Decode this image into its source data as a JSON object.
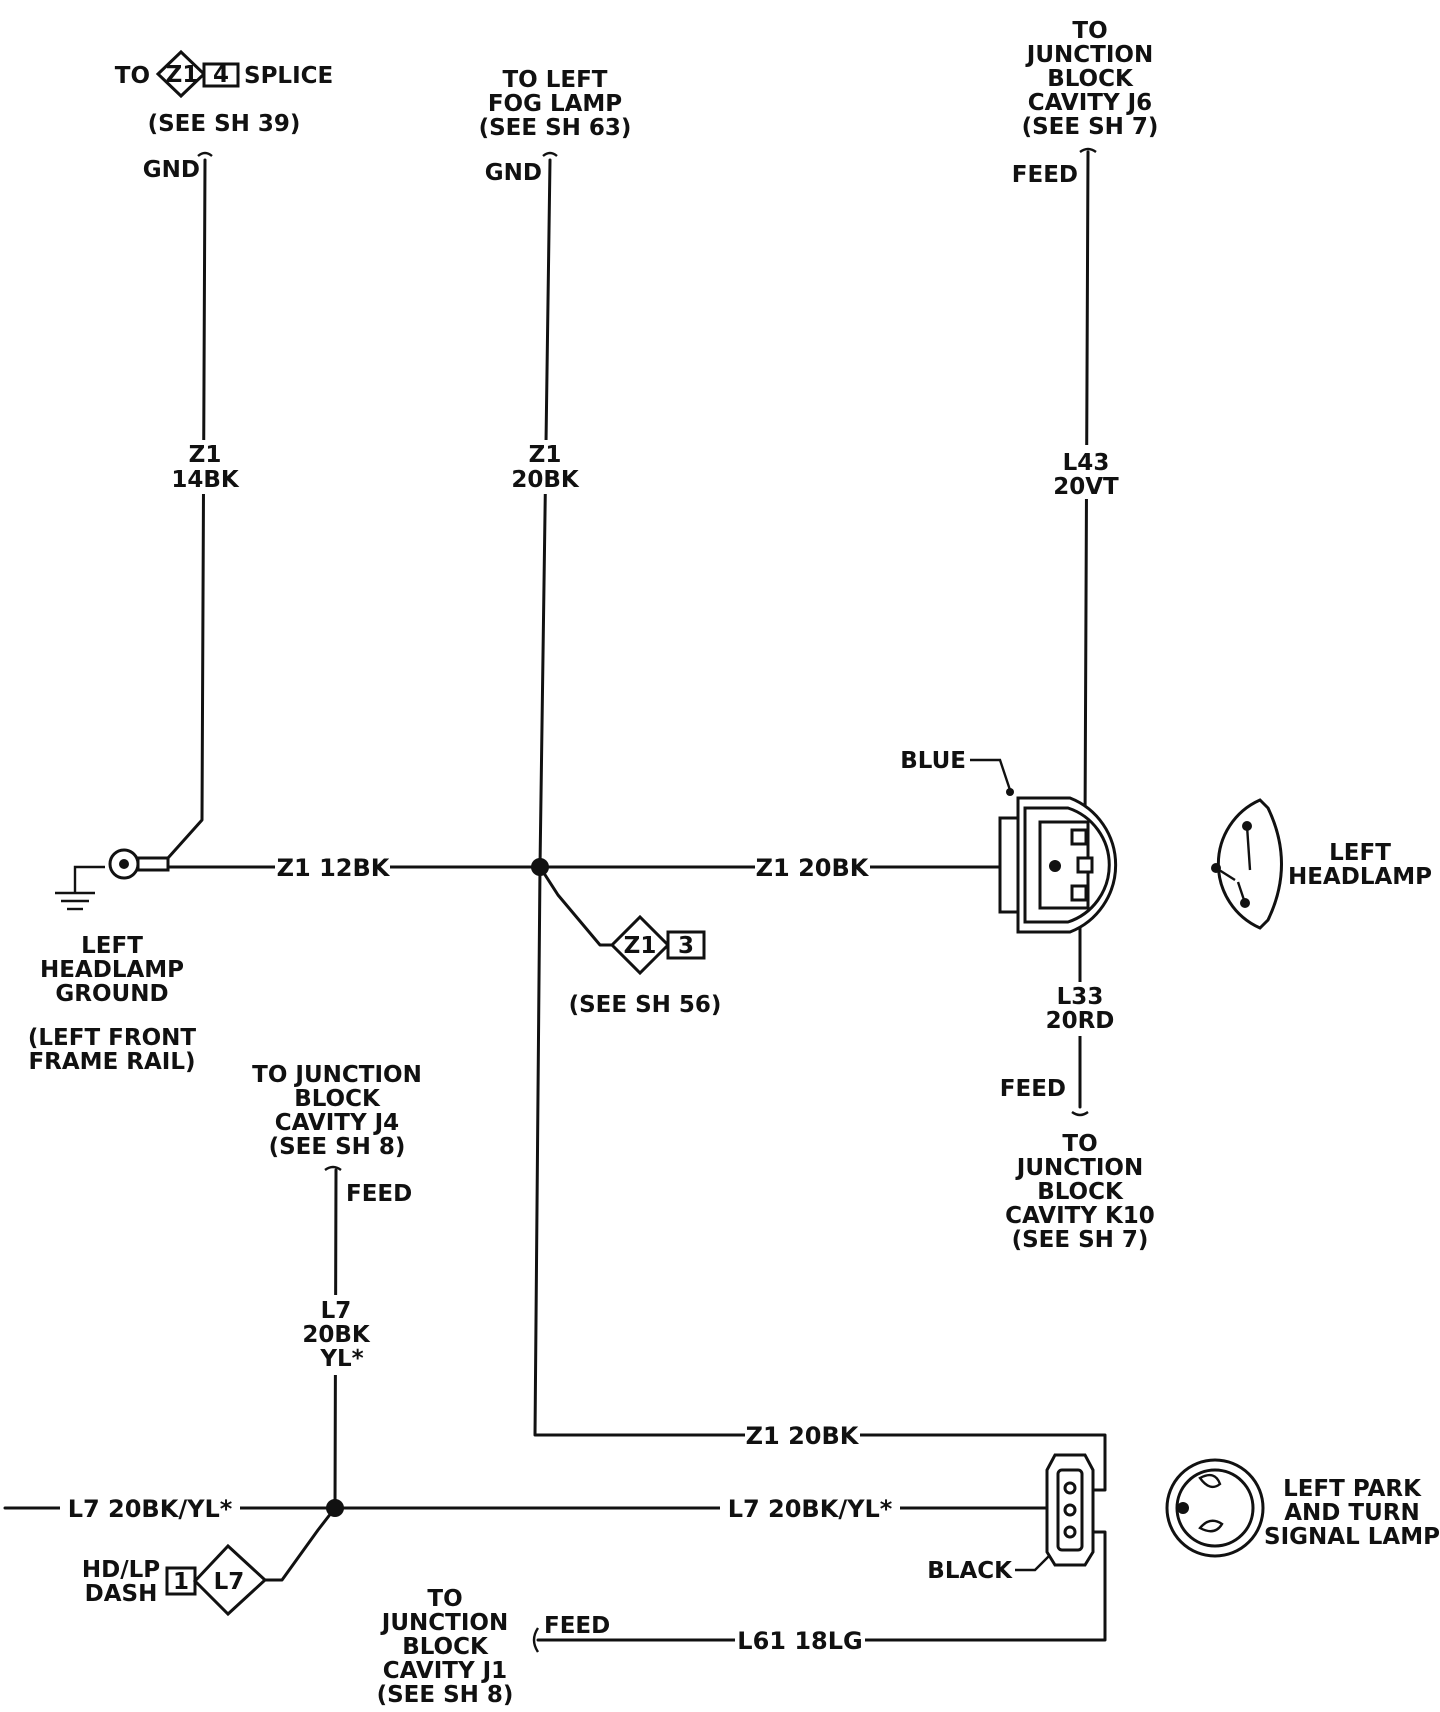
{
  "diagram": {
    "top_left": {
      "to": "TO",
      "connector_id": "Z1",
      "connector_pin": "4",
      "splice": "SPLICE",
      "see_sheet": "(SEE SH 39)",
      "gnd": "GND"
    },
    "wire_z1_14bk": {
      "circuit": "Z1",
      "gauge_color": "14BK"
    },
    "fog_lamp": {
      "line1": "TO LEFT",
      "line2": "FOG LAMP",
      "see_sheet": "(SEE SH 63)",
      "gnd": "GND"
    },
    "wire_z1_20bk_vertical": {
      "circuit": "Z1",
      "gauge_color": "20BK"
    },
    "junction_j6": {
      "line1": "TO",
      "line2": "JUNCTION",
      "line3": "BLOCK",
      "line4": "CAVITY J6",
      "see_sheet": "(SEE SH 7)",
      "feed": "FEED"
    },
    "wire_l43": {
      "circuit": "L43",
      "gauge_color": "20VT"
    },
    "headlamp_connector": {
      "color_label": "BLUE"
    },
    "left_headlamp": {
      "line1": "LEFT",
      "line2": "HEADLAMP"
    },
    "wire_z1_12bk": {
      "label": "Z1 12BK"
    },
    "wire_z1_20bk_horizontal": {
      "label": "Z1 20BK"
    },
    "ground": {
      "line1": "LEFT",
      "line2": "HEADLAMP",
      "line3": "GROUND",
      "line4": "(LEFT FRONT",
      "line5": "FRAME RAIL)"
    },
    "splice_sh56": {
      "connector_id": "Z1",
      "connector_pin": "3",
      "see_sheet": "(SEE SH 56)"
    },
    "wire_l33": {
      "circuit": "L33",
      "gauge_color": "20RD"
    },
    "junction_k10": {
      "feed": "FEED",
      "line1": "TO",
      "line2": "JUNCTION",
      "line3": "BLOCK",
      "line4": "CAVITY K10",
      "see_sheet": "(SEE SH 7)"
    },
    "junction_j4": {
      "line1": "TO JUNCTION",
      "line2": "BLOCK",
      "line3": "CAVITY J4",
      "see_sheet": "(SEE SH 8)",
      "feed": "FEED"
    },
    "wire_l7_vertical": {
      "circuit": "L7",
      "gauge_color": "20BK",
      "tracer": "YL*"
    },
    "wire_z1_20bk_bottom": {
      "label": "Z1 20BK"
    },
    "wire_l7_left": {
      "label": "L7 20BK/YL*"
    },
    "wire_l7_right": {
      "label": "L7 20BK/YL*"
    },
    "park_connector": {
      "color_label": "BLACK"
    },
    "park_lamp": {
      "line1": "LEFT PARK",
      "line2": "AND TURN",
      "line3": "SIGNAL LAMP"
    },
    "hd_lp": {
      "line1": "HD/LP",
      "line2": "DASH",
      "connector_pin": "1",
      "connector_id": "L7"
    },
    "junction_j1": {
      "line1": "TO",
      "line2": "JUNCTION",
      "line3": "BLOCK",
      "line4": "CAVITY J1",
      "see_sheet": "(SEE SH 8)",
      "feed": "FEED"
    },
    "wire_l61": {
      "label": "L61 18LG"
    }
  }
}
